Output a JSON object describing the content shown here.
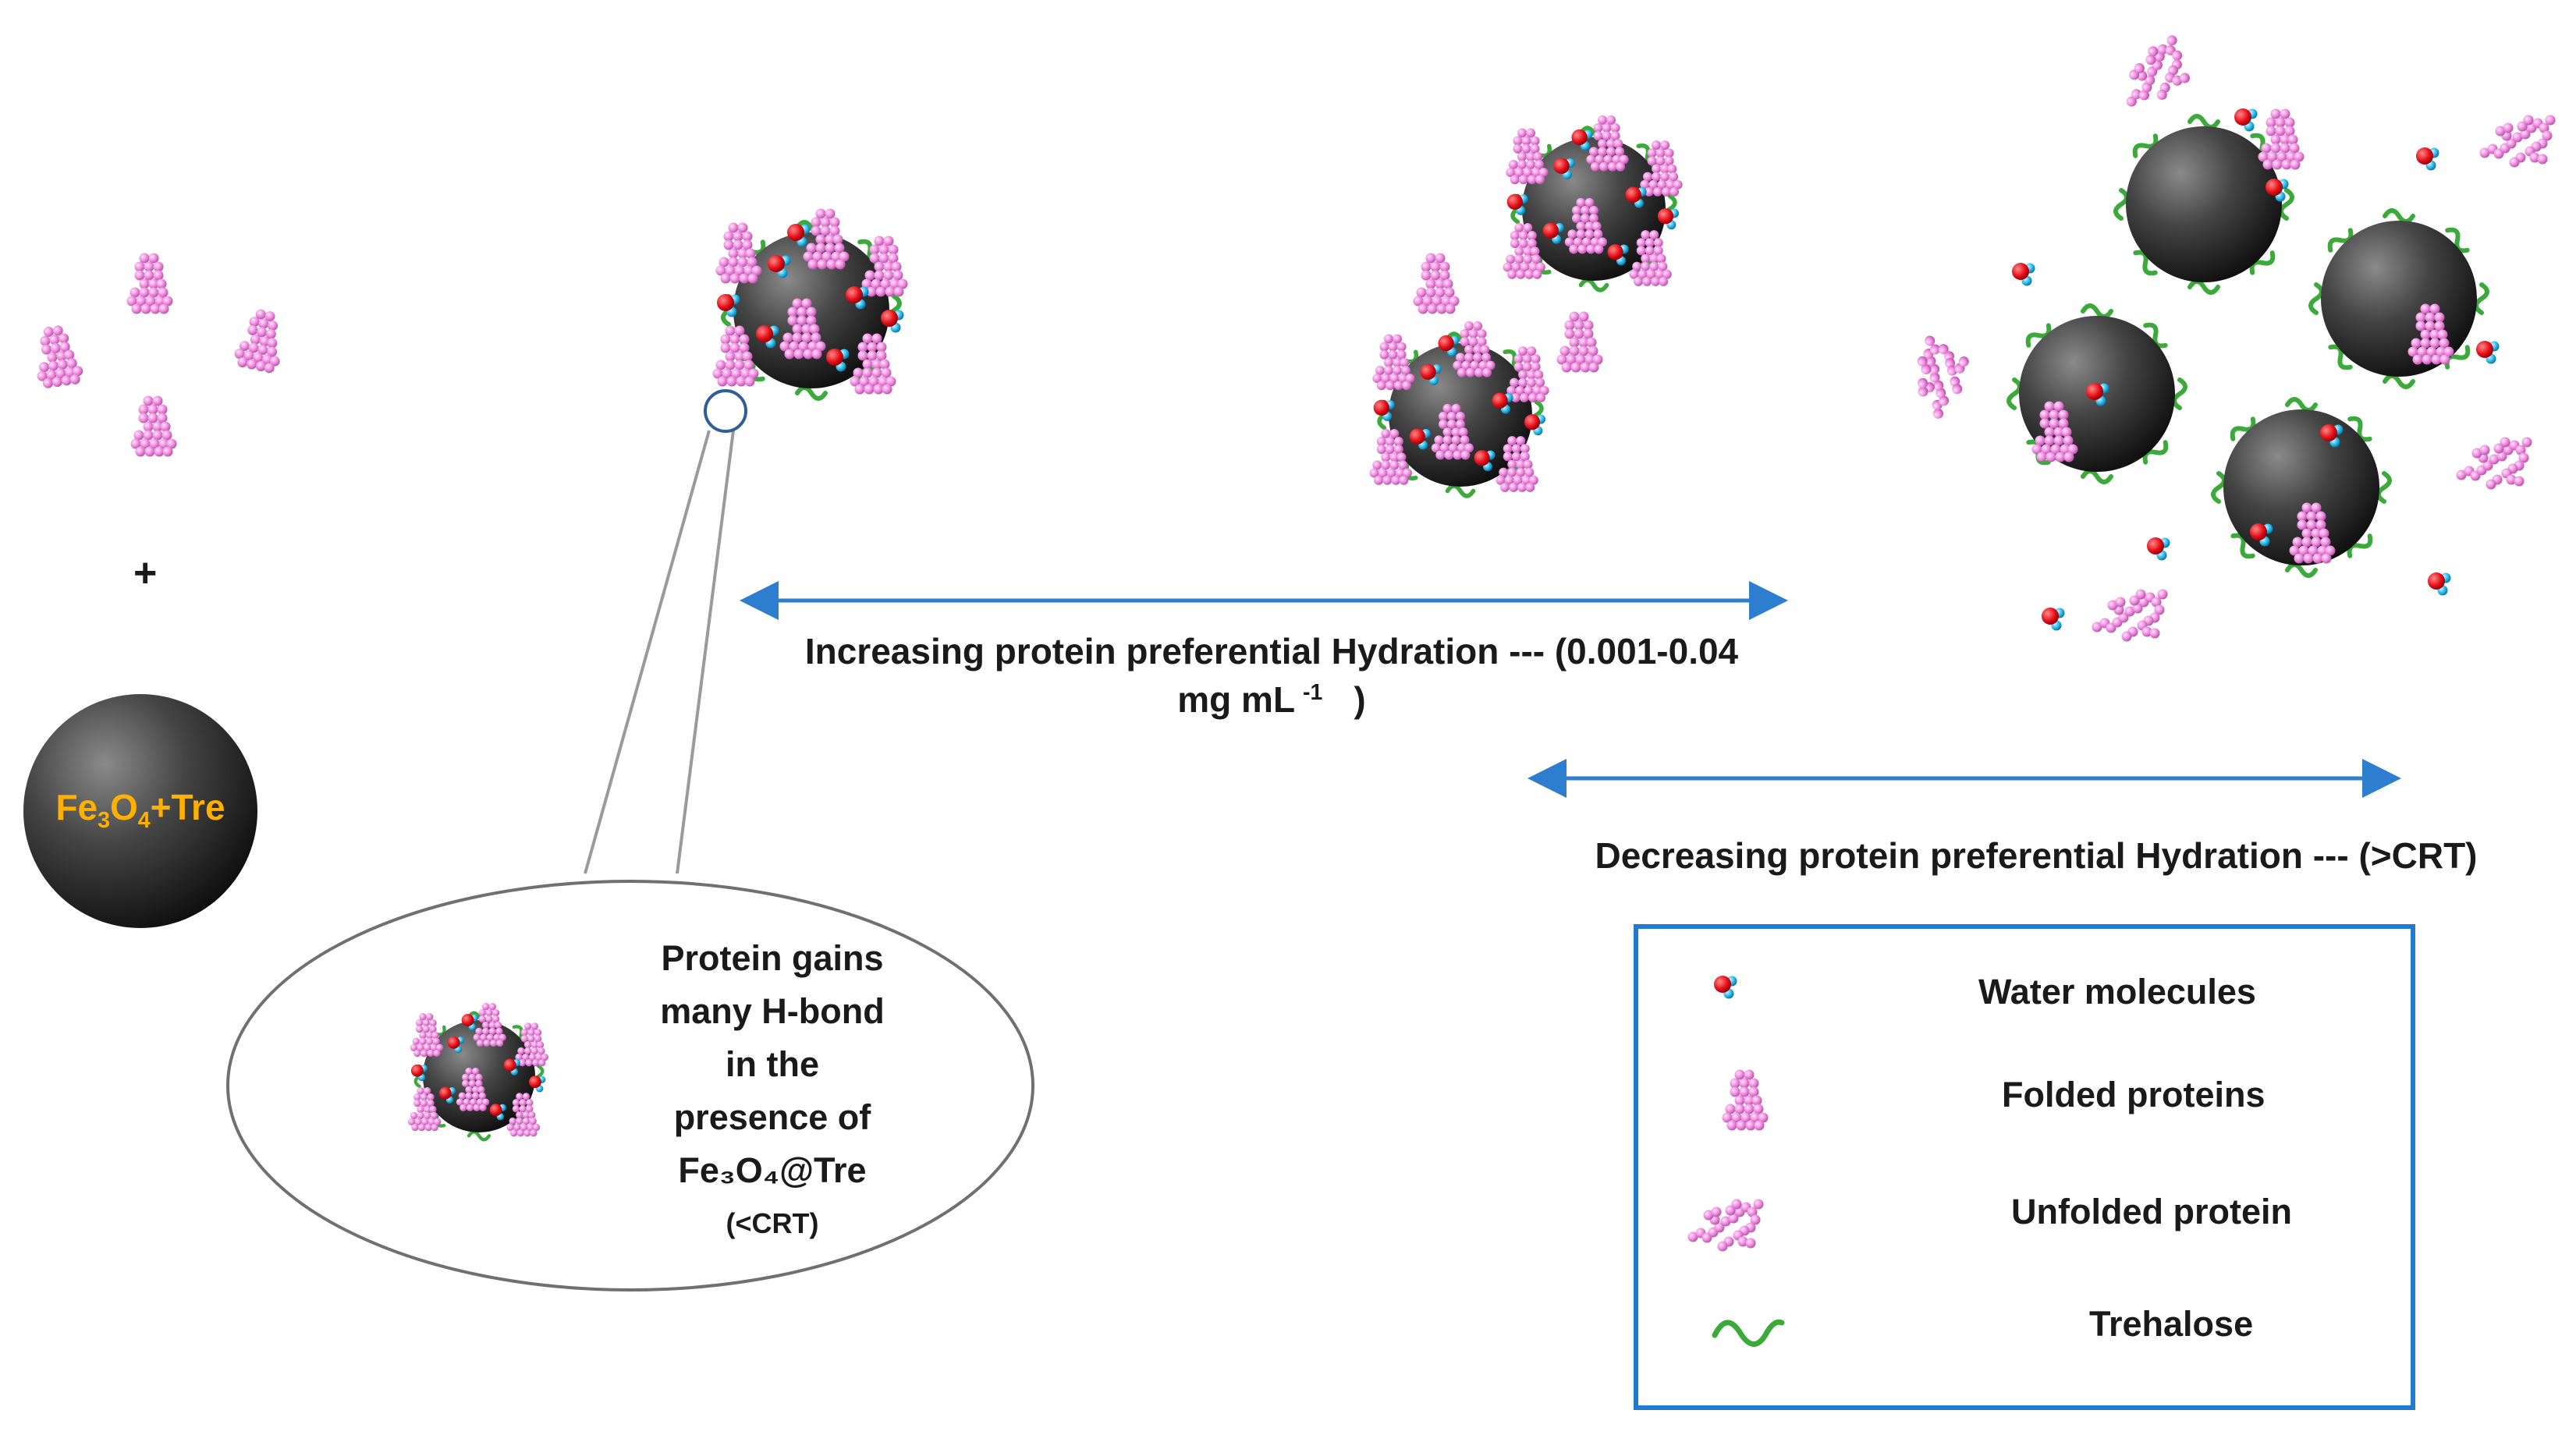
{
  "labels": {
    "plus": "+",
    "nanoparticle": {
      "main": "Fe",
      "sub1": "3",
      "mid": "O",
      "sub2": "4",
      "tail": "+Tre"
    },
    "inset": {
      "line1": "Protein gains",
      "line2": "many H-bond",
      "line3": "in the",
      "line4": "presence of",
      "line5": "Fe₃O₄@Tre",
      "line6": "(<CRT)"
    },
    "arrow_increase": {
      "line1": "Increasing protein preferential Hydration --- (0.001-0.04",
      "line2a": "mg mL",
      "line2sup": "-1",
      "line2b": ")"
    },
    "arrow_decrease": "Decreasing protein preferential Hydration --- (>CRT)"
  },
  "legend": [
    {
      "icon": "water-molecule-icon",
      "label": "Water molecules"
    },
    {
      "icon": "folded-protein-icon",
      "label": "Folded proteins"
    },
    {
      "icon": "unfolded-protein-icon",
      "label": "Unfolded protein"
    },
    {
      "icon": "trehalose-icon",
      "label": "Trehalose"
    }
  ],
  "colors": {
    "arrow": "#2e7ecf",
    "legend_border": "#1f7bd1",
    "protein": "#f08ce0",
    "water_oxygen": "#e8101a",
    "water_hydrogen": "#22b6e8",
    "trehalose": "#3caa3a",
    "particle": "#3a3a3a",
    "nanoparticle_label": "#ffb000"
  }
}
